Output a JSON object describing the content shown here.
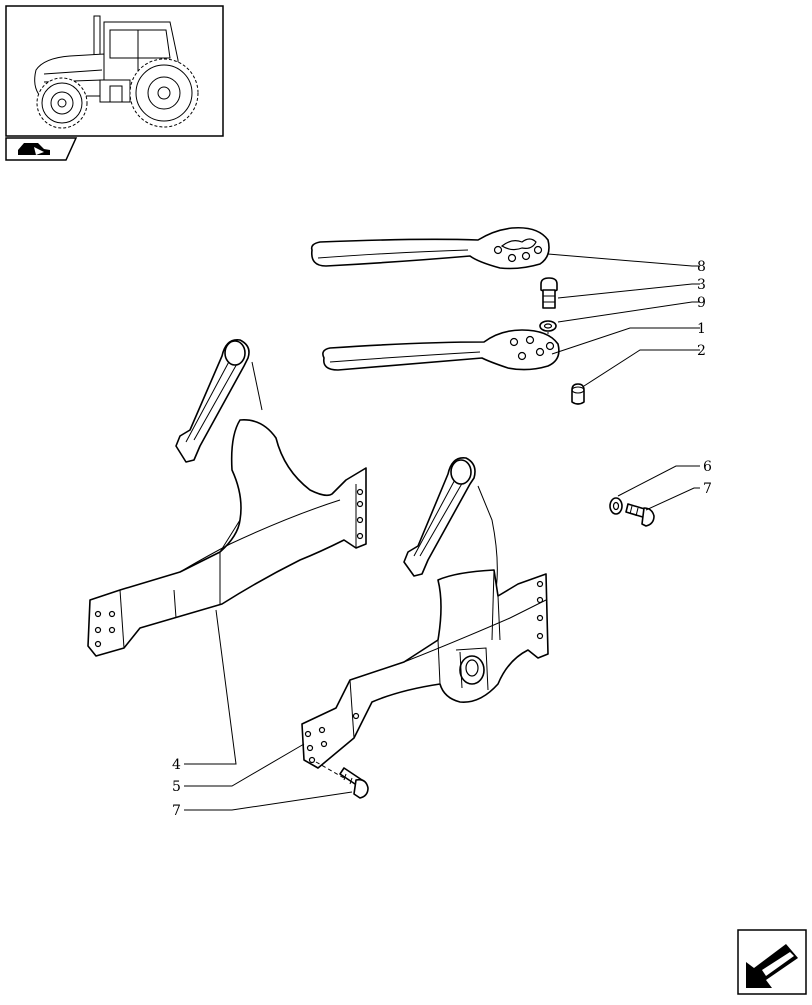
{
  "callouts": {
    "c8": "8",
    "c3": "3",
    "c9": "9",
    "c1": "1",
    "c2": "2",
    "c6": "6",
    "c7a": "7",
    "c4": "4",
    "c5": "5",
    "c7b": "7"
  },
  "icons": {
    "thumbnail": "tractor-thumbnail-icon",
    "section": "section-tractor-icon",
    "next_page": "next-page-arrow-icon"
  }
}
